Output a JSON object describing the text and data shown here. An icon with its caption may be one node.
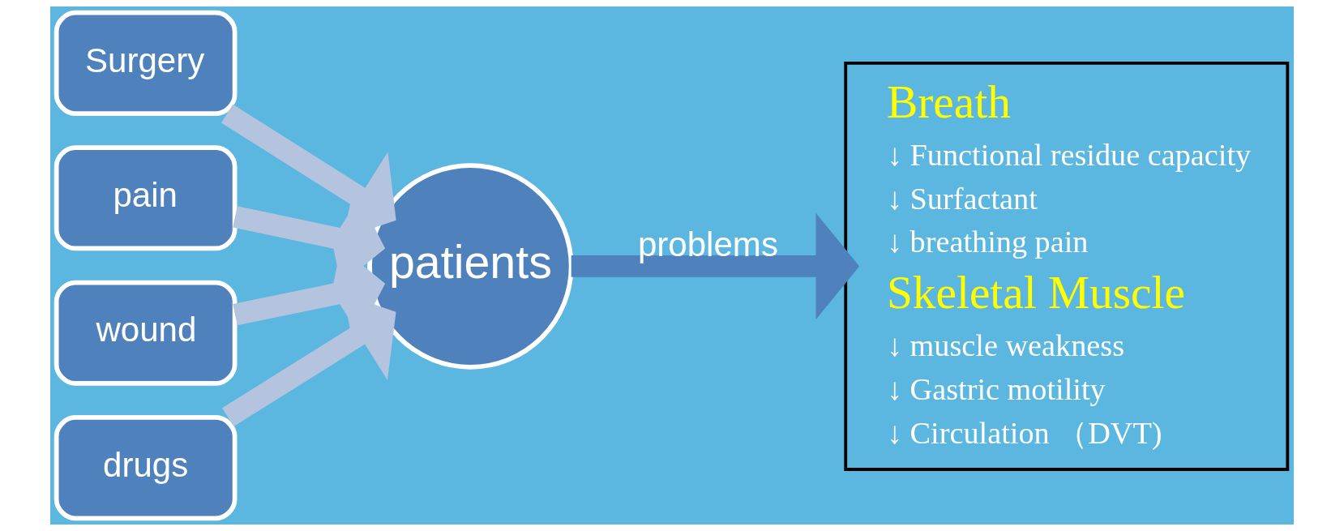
{
  "diagram": {
    "nodes": [
      {
        "text": [
          "Surgery"
        ]
      },
      {
        "text": [
          "pain"
        ]
      },
      {
        "text": [
          "wound"
        ]
      },
      {
        "text": [
          "drugs"
        ]
      },
      {
        "text": [
          "patients"
        ]
      },
      {
        "text": [
          "Breath",
          "↓ Functional residue capacity",
          "↓ Surfactant",
          "↓ breathing pain",
          "Skeletal Muscle",
          "↓ muscle weakness",
          "↓ Gastric motility",
          "↓ Circulation （DVT)"
        ]
      }
    ],
    "edges": [
      {
        "from": 0,
        "to": 4,
        "arrow": "to"
      },
      {
        "from": 1,
        "to": 4,
        "arrow": "to"
      },
      {
        "from": 2,
        "to": 4,
        "arrow": "to"
      },
      {
        "from": 3,
        "to": 4,
        "arrow": "to"
      },
      {
        "from": 4,
        "to": 5,
        "arrow": "to",
        "label": "problems",
        "color": "#4f81bd"
      }
    ]
  }
}
